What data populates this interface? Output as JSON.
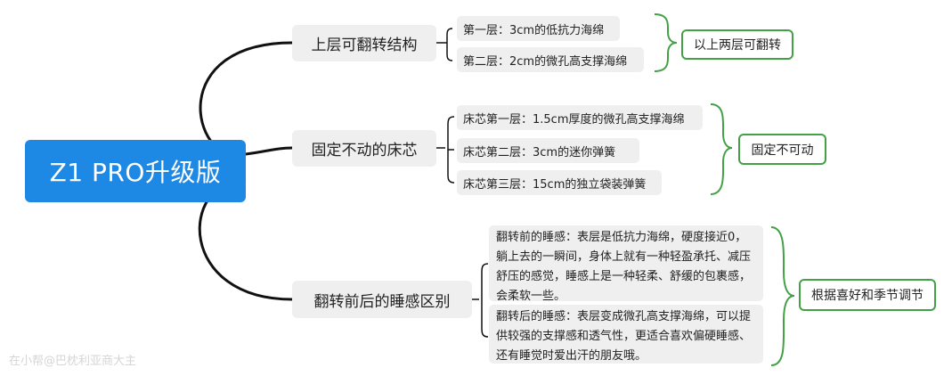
{
  "root": {
    "label": "Z1 PRO升级版"
  },
  "branches": [
    {
      "label": "上层可翻转结构",
      "items": [
        "第一层：3cm的低抗力海绵",
        "第二层：2cm的微孔高支撑海绵"
      ],
      "summary": "以上两层可翻转"
    },
    {
      "label": "固定不动的床芯",
      "items": [
        "床芯第一层：1.5cm厚度的微孔高支撑海绵",
        "床芯第二层：3cm的迷你弹簧",
        "床芯第三层：15cm的独立袋装弹簧"
      ],
      "summary": "固定不可动"
    },
    {
      "label": "翻转前后的睡感区别",
      "items": [
        "翻转前的睡感：表层是低抗力海绵，硬度接近0，躺上去的一瞬间，身体上就有一种轻盈承托、减压舒压的感觉，睡感上是一种轻柔、舒缓的包裹感，会柔软一些。",
        "翻转后的睡感：表层变成微孔高支撑海绵，可以提供较强的支撑感和透气性，更适合喜欢偏硬睡感、还有睡觉时爱出汗的朋友哦。"
      ],
      "summary": "根据喜好和季节调节"
    }
  ],
  "watermark": "在小帮@巴枕利亚商大主",
  "colors": {
    "root": "#1e88e5",
    "bracket": "#43a047",
    "line": "#111111"
  }
}
